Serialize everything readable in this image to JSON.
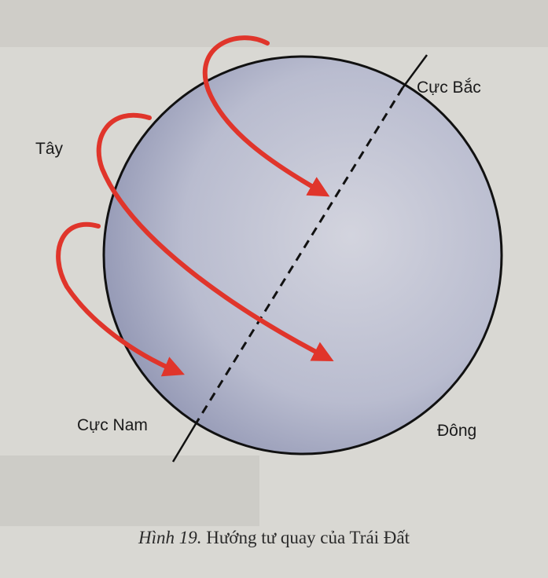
{
  "diagram": {
    "labels": {
      "north_pole": "Cực Bắc",
      "south_pole": "Cực Nam",
      "west": "Tây",
      "east": "Đông"
    },
    "caption": {
      "figure": "Hình 19.",
      "text": "Hướng tư quay của Trái Đất"
    },
    "colors": {
      "page": "#d9d8d3",
      "globe_center": "#c9cbd8",
      "globe_edge": "#8a8fae",
      "outline": "#111111",
      "arrow": "#e0352b"
    }
  }
}
